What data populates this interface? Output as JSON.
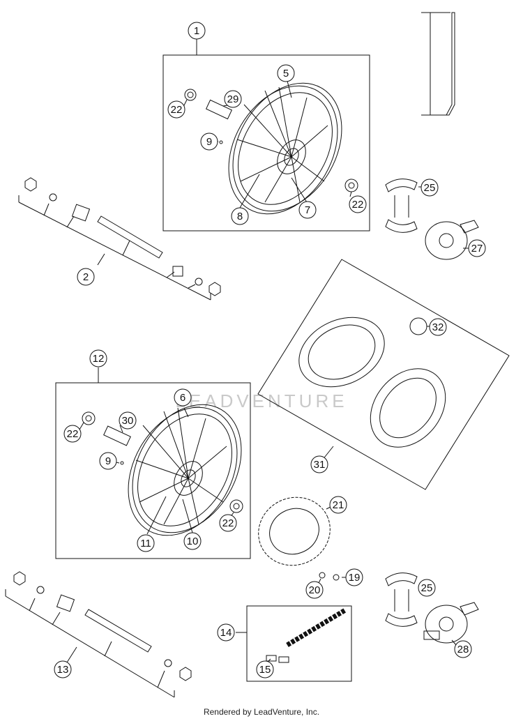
{
  "footer": "Rendered by LeadVenture, Inc.",
  "watermark": "LEADVENTURE",
  "callouts": {
    "c1": "1",
    "c2": "2",
    "c5": "5",
    "c6": "6",
    "c7": "7",
    "c8": "8",
    "c9a": "9",
    "c9b": "9",
    "c10": "10",
    "c11": "11",
    "c12": "12",
    "c13": "13",
    "c14": "14",
    "c15": "15",
    "c19": "19",
    "c20": "20",
    "c21": "21",
    "c22a": "22",
    "c22b": "22",
    "c22c": "22",
    "c22d": "22",
    "c25a": "25",
    "c25b": "25",
    "c27": "27",
    "c28": "28",
    "c29": "29",
    "c30": "30",
    "c31": "31",
    "c32": "32"
  }
}
